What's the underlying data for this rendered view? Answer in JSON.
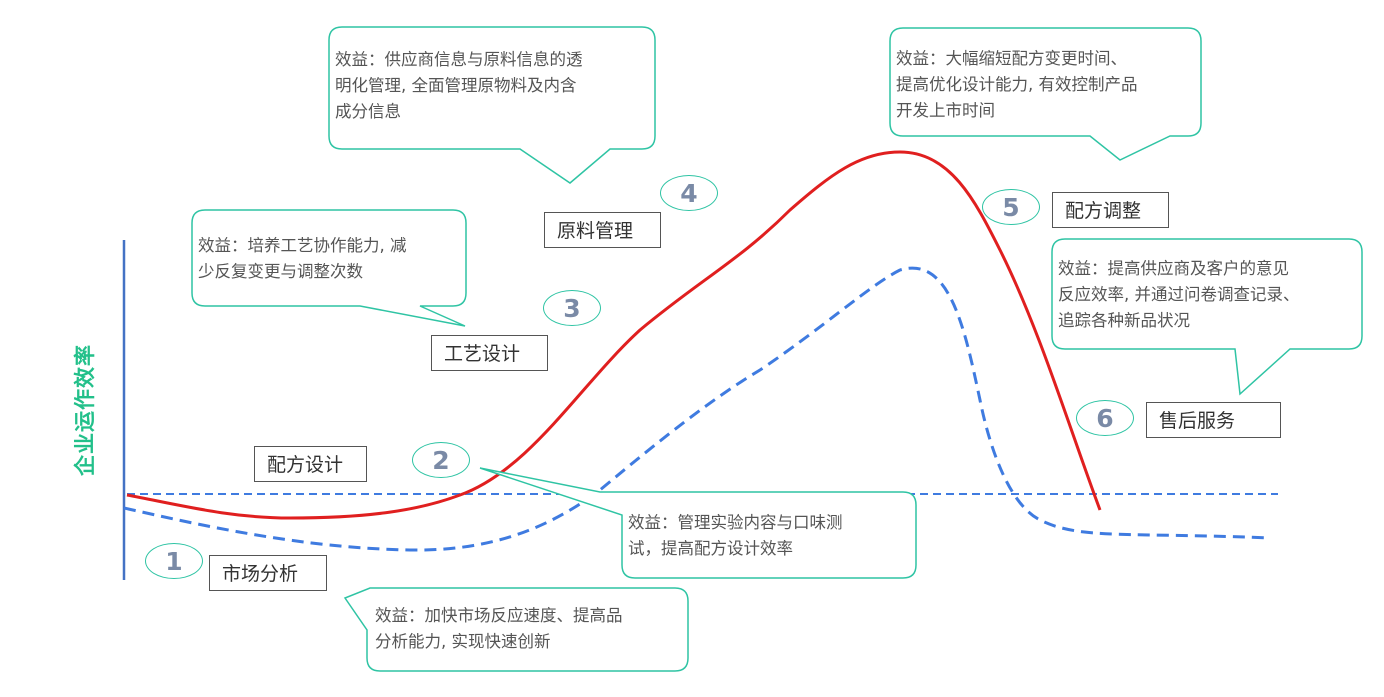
{
  "y_axis_label": "企业运作效率",
  "colors": {
    "axis": "#4472c4",
    "curve_solid": "#e01f1f",
    "curve_dashed": "#3f7be0",
    "baseline": "#3f7be0",
    "callout_border": "#2fc4a4",
    "label_text": "#333333",
    "callout_text": "#555555",
    "step_number": "#7a8aa6",
    "axis_label": "#22c08a"
  },
  "steps": [
    {
      "number": "1",
      "label": "市场分析"
    },
    {
      "number": "2",
      "label": "配方设计"
    },
    {
      "number": "3",
      "label": "工艺设计"
    },
    {
      "number": "4",
      "label": "原料管理"
    },
    {
      "number": "5",
      "label": "配方调整"
    },
    {
      "number": "6",
      "label": "售后服务"
    }
  ],
  "benefits": [
    {
      "text": "效益：加快市场反应速度、提高品\n分析能力, 实现快速创新"
    },
    {
      "text": "效益：管理实验内容与口味测\n试，提高配方设计效率"
    },
    {
      "text": "效益：培养工艺协作能力, 减\n少反复变更与调整次数"
    },
    {
      "text": "效益：供应商信息与原料信息的透\n明化管理, 全面管理原物料及内含\n成分信息"
    },
    {
      "text": "效益：大幅缩短配方变更时间、\n提高优化设计能力, 有效控制产品\n开发上市时间"
    },
    {
      "text": "效益：提高供应商及客户的意见\n反应效率, 并通过问卷调查记录、\n追踪各种新品状况"
    }
  ]
}
